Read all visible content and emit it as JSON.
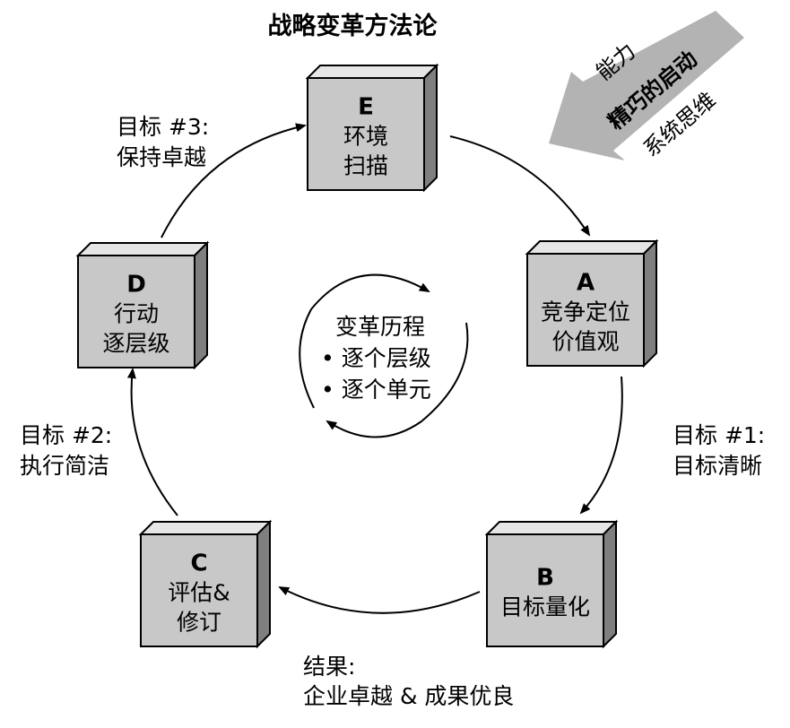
{
  "title": "战略变革方法论",
  "colors": {
    "box_face": "#c8c8c8",
    "box_top": "#e6e6e6",
    "box_side": "#7f7f7f",
    "banner": "#b3b3b3"
  },
  "capability_arrow": {
    "line1": "能力",
    "line2": "精巧的启动",
    "line3": "系统思维"
  },
  "boxes": [
    {
      "id": "E",
      "letter": "E",
      "lines": [
        "环境",
        "扫描"
      ]
    },
    {
      "id": "A",
      "letter": "A",
      "lines": [
        "竞争定位",
        "价值观"
      ]
    },
    {
      "id": "B",
      "letter": "B",
      "lines": [
        "目标量化"
      ]
    },
    {
      "id": "C",
      "letter": "C",
      "lines": [
        "评估&",
        "修订"
      ]
    },
    {
      "id": "D",
      "letter": "D",
      "lines": [
        "行动",
        "逐层级"
      ]
    }
  ],
  "goals": [
    {
      "line1": "目标 #1:",
      "line2": "目标清晰"
    },
    {
      "line1": "目标 #2:",
      "line2": "执行简洁"
    },
    {
      "line1": "目标 #3:",
      "line2": "保持卓越"
    }
  ],
  "result": {
    "line1": "结果:",
    "line2": "企业卓越 & 成果优良"
  },
  "center": {
    "heading": "变革历程",
    "items": [
      "• 逐个层级",
      "• 逐个单元"
    ]
  }
}
